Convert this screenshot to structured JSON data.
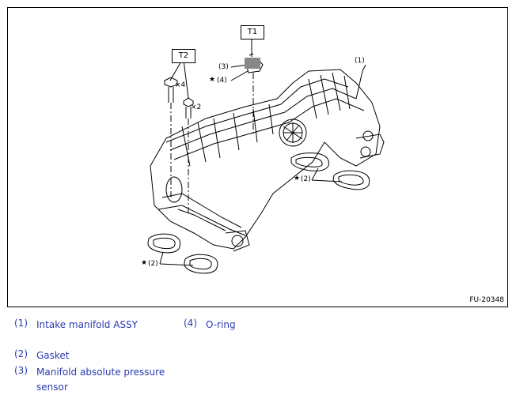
{
  "figure": {
    "callouts": {
      "t1": "T1",
      "t2": "T2"
    },
    "labels": {
      "l1": "(1)",
      "l2a": "(2)",
      "l2b": "(2)",
      "l3": "(3)",
      "l4": "(4)",
      "star": "★",
      "x4": "×4",
      "x2": "×2"
    },
    "figure_id": "FU-20348"
  },
  "legend": [
    {
      "num": "(1)",
      "text": "Intake manifold ASSY"
    },
    {
      "num": "(2)",
      "text": "Gasket"
    },
    {
      "num": "(3)",
      "text": "Manifold absolute pressure sensor"
    },
    {
      "num": "(4)",
      "text": "O-ring"
    }
  ],
  "colors": {
    "legend_text": "#2a3bb0",
    "line": "#000000"
  }
}
